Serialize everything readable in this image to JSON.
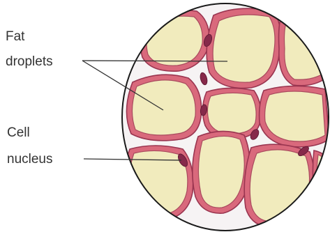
{
  "figure": {
    "labels": {
      "fat_line1": "Fat",
      "fat_line2": "droplets",
      "nucleus_line1": "Cell",
      "nucleus_line2": "nucleus"
    }
  },
  "colors": {
    "droplet_fill": "#f1ebbd",
    "cell_wall": "#d9697c",
    "nucleus": "#86294a",
    "outline": "#1a1a1a",
    "label_text": "#333333"
  }
}
